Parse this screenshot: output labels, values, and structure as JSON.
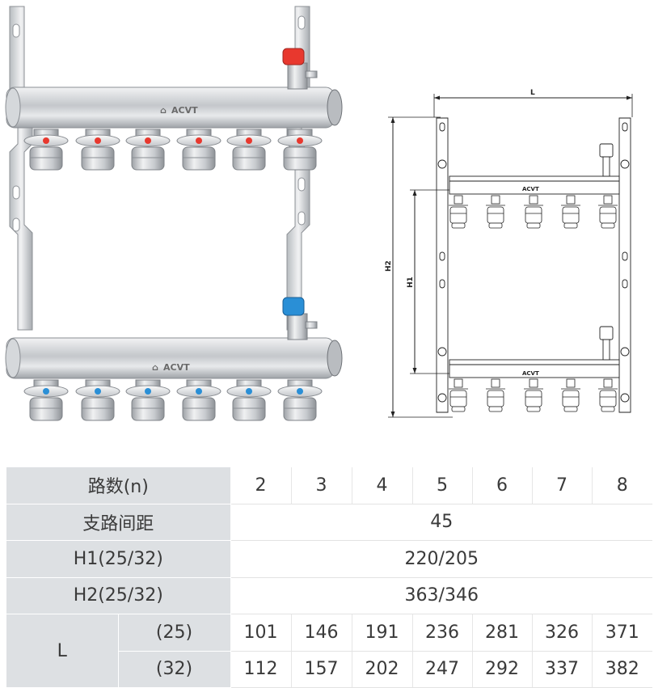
{
  "product": {
    "brand": "ACVT"
  },
  "drawing": {
    "dim_L": "L",
    "dim_H1": "H1",
    "dim_H2": "H2"
  },
  "table": {
    "rows": {
      "n": {
        "label": "路数(n)",
        "values": [
          "2",
          "3",
          "4",
          "5",
          "6",
          "7",
          "8"
        ]
      },
      "spacing": {
        "label": "支路间距",
        "value": "45"
      },
      "h1": {
        "label": "H1(25/32)",
        "value": "220/205"
      },
      "h2": {
        "label": "H2(25/32)",
        "value": "363/346"
      },
      "l": {
        "label": "L",
        "sub25": {
          "label": "(25)",
          "values": [
            "101",
            "146",
            "191",
            "236",
            "281",
            "326",
            "371"
          ]
        },
        "sub32": {
          "label": "(32)",
          "values": [
            "112",
            "157",
            "202",
            "247",
            "292",
            "337",
            "382"
          ]
        }
      }
    }
  },
  "colors": {
    "hot_handle": "#e8382e",
    "cold_handle": "#2a8fd6",
    "header_bg": "#dde0e3",
    "steel": "#c9ccd0"
  }
}
